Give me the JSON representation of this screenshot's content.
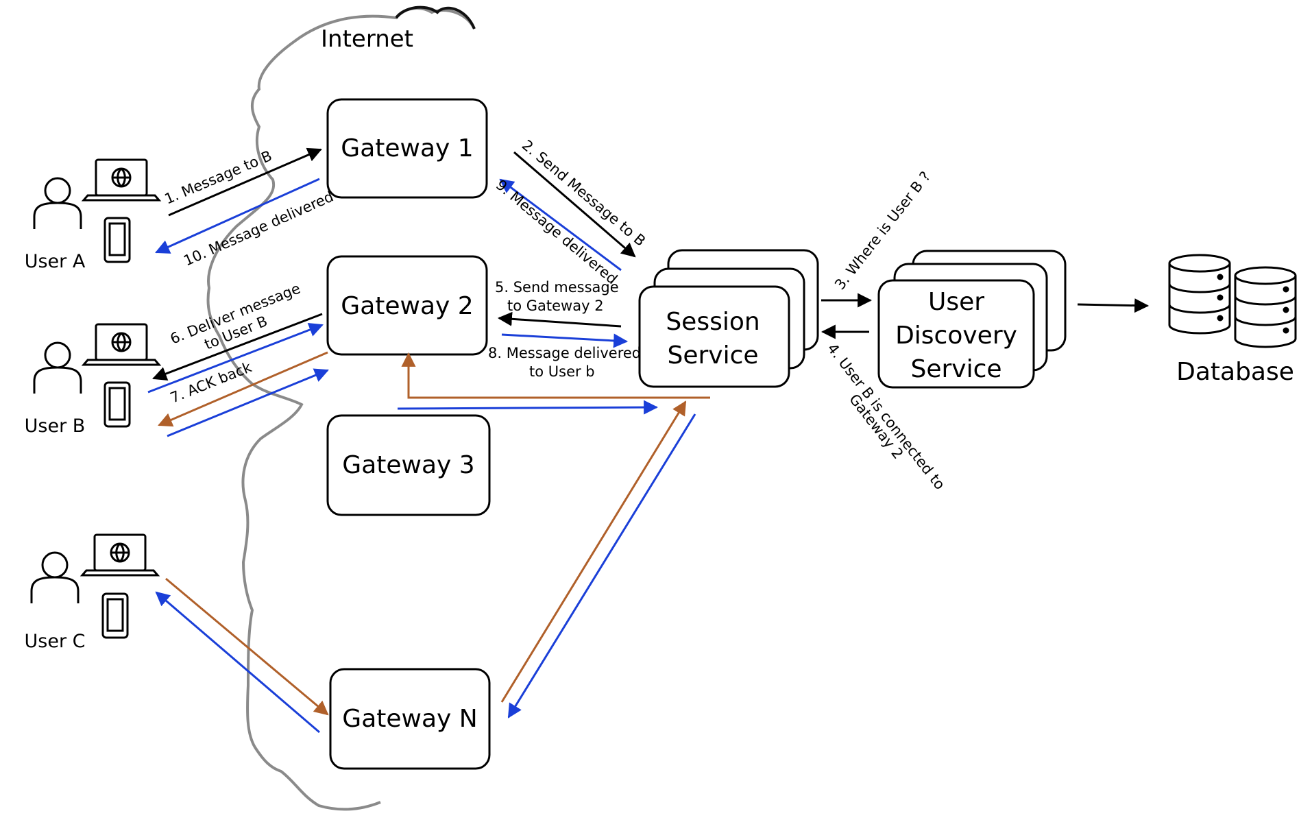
{
  "internet_label": "Internet",
  "gateways": {
    "g1": "Gateway 1",
    "g2": "Gateway 2",
    "g3": "Gateway 3",
    "gn": "Gateway N"
  },
  "session_service": {
    "line1": "Session",
    "line2": "Service"
  },
  "user_discovery": {
    "line1": "User",
    "line2": "Discovery",
    "line3": "Service"
  },
  "database_label": "Database",
  "users": {
    "a": "User A",
    "b": "User B",
    "c": "User C"
  },
  "edges": {
    "e1": "1. Message to B",
    "e2": "2. Send Message to B",
    "e3": "3. Where is User B ?",
    "e4_line1": "4. User B is connected to",
    "e4_line2": "Gateway 2",
    "e5_line1": "5. Send message",
    "e5_line2": "to Gateway 2",
    "e6_line1": "6. Deliver message",
    "e6_line2": "to User B",
    "e7": "7. ACK back",
    "e8_line1": "8. Message delivered",
    "e8_line2": "to User b",
    "e9": "9. Message delivered",
    "e10": "10. Message delivered"
  },
  "colors": {
    "black": "#000000",
    "blue": "#1a3fd8",
    "brown": "#b0602a",
    "cloud": "#8a8a8a"
  }
}
